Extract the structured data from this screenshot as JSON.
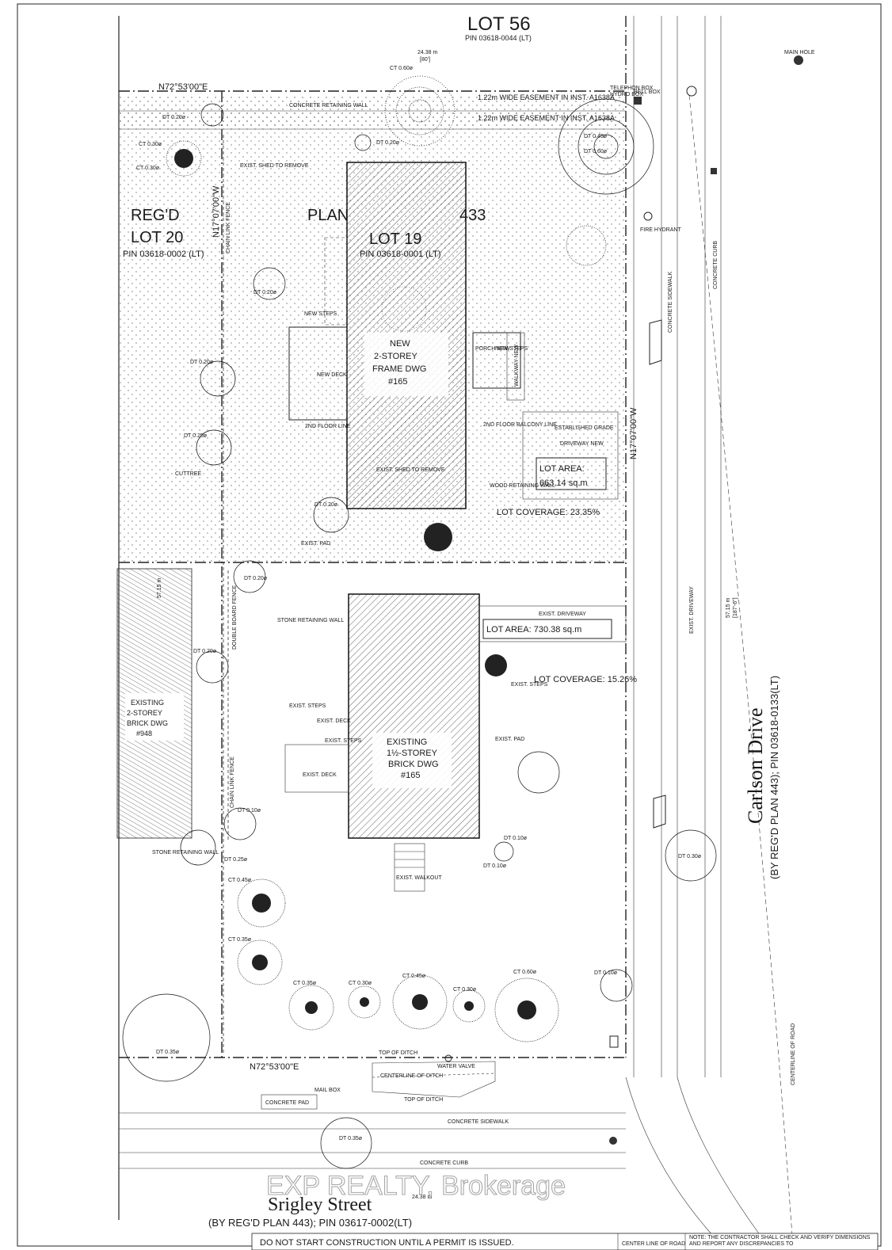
{
  "lots": {
    "lot56": {
      "title": "LOT 56",
      "pin": "PIN 03618-0044 (LT)"
    },
    "lot19": {
      "title": "LOT 19",
      "pin": "PIN 03618-0001 (LT)"
    },
    "lot20": {
      "regd": "REG'D",
      "title": "LOT 20",
      "pin": "PIN 03618-0002 (LT)"
    },
    "plan": "PLAN",
    "plan_no": "433"
  },
  "bearings": {
    "north_top": "N72°53'00\"E",
    "north_bottom": "N72°53'00\"E",
    "west": "N17°07'00\"W",
    "east": "N17°07'00\"W"
  },
  "dimensions": {
    "top_width": "24.38 m",
    "top_width_ft": "[80']",
    "bottom_width": "24.38 m",
    "east_length": "57.15 m",
    "east_length_ft": "[187'-6\"]",
    "west_length": "57.15 m"
  },
  "easements": [
    "1.22m WIDE EASEMENT IN INST. A1638A",
    "1.22m WIDE EASEMENT IN INST. A1638A"
  ],
  "north_lot": {
    "building": [
      "NEW",
      "2-STOREY",
      "FRAME DWG",
      "#165"
    ],
    "lot_area_label": "LOT AREA:",
    "lot_area_value": "663.14 sq.m",
    "lot_coverage": "LOT COVERAGE: 23.35%",
    "notes": {
      "porch": "PORCH NEW",
      "new_steps": "NEW STEPS",
      "walkway": "WALKWAY NEW",
      "driveway": "DRIVEWAY NEW",
      "second_floor_balcony": "2ND FLOOR BALCONY LINE",
      "new_deck": "NEW DECK",
      "second_floor_line": "2ND FLOOR LINE",
      "exist_shed": "EXIST. SHED TO REMOVE",
      "exist_shed2": "EXIST. SHED TO REMOVE",
      "established_grade": "ESTABLISHED GRADE",
      "wood_wall": "WOOD RETAINING WALL",
      "exist_pad": "EXIST. PAD",
      "chain_link": "CHAIN LINK FENCE",
      "retaining_wall": "CONCRETE RETAINING WALL",
      "new_steps2": "NEW STEPS"
    }
  },
  "south_lot": {
    "building": [
      "EXISTING",
      "1½-STOREY",
      "BRICK DWG",
      "#165"
    ],
    "lot_area": "LOT AREA: 730.38 sq.m",
    "lot_coverage": "LOT COVERAGE: 15.26%",
    "notes": {
      "exist_driveway": "EXIST. DRIVEWAY",
      "stone_wall": "STONE RETAINING WALL",
      "exist_steps": "EXIST. STEPS",
      "exist_steps2": "EXIST. STEPS",
      "exist_steps3": "EXIST. STEPS",
      "exist_deck": "EXIST. DECK",
      "exist_deck2": "EXIST. DECK",
      "exist_pad": "EXIST. PAD",
      "exist_walkout": "EXIST. WALKOUT",
      "double_board": "DOUBLE BOARD FENCE",
      "chain_link": "CHAIN LINK FENCE",
      "stone_wall2": "STONE RETAINING WALL"
    }
  },
  "neighbour": {
    "text": [
      "EXISTING",
      "2-STOREY",
      "BRICK DWG",
      "#948"
    ]
  },
  "streets": {
    "east": "Carlson Drive",
    "east_sub": "(BY REG'D PLAN 443); PIN 03618-0133(LT)",
    "south": "Srigley Street",
    "south_sub": "(BY REG'D PLAN 443); PIN 03617-0002(LT)",
    "concrete_curb": "CONCRETE CURB",
    "concrete_sidewalk": "CONCRETE SIDEWALK",
    "top_of_ditch": "TOP OF DITCH",
    "top_of_ditch2": "TOP OF DITCH",
    "centerline_ditch": "CENTERLINE OF DITCH",
    "centerline_road": "CENTERLINE OF ROAD",
    "concrete_pad": "CONCRETE PAD",
    "mail_box": "MAIL BOX",
    "exist_driveway": "EXIST. DRIVEWAY"
  },
  "utilities": {
    "main_hole": "MAIN HOLE",
    "telephone_box": "TELEPHON BOX",
    "hydro_box": "HYDRO BOX",
    "bell_box": "BELL BOX",
    "fire_hydrant": "FIRE HYDRANT",
    "water_valve": "WATER VALVE"
  },
  "trees": [
    {
      "label": "CT 0.60ø"
    },
    {
      "label": "DT 0.20ø"
    },
    {
      "label": "CT 0.30ø"
    },
    {
      "label": "CT 0.30ø"
    },
    {
      "label": "DT 0.45ø"
    },
    {
      "label": "DT 0.60ø"
    },
    {
      "label": "DT 0.20ø"
    },
    {
      "label": "DT 0.20ø"
    },
    {
      "label": "DT 0.25ø"
    },
    {
      "label": "DT 0.20ø"
    },
    {
      "label": "DT 0.20ø"
    },
    {
      "label": "DT 0.20ø"
    },
    {
      "label": "DT 0.20ø"
    },
    {
      "label": "DT 0.10ø"
    },
    {
      "label": "DT 0.25ø"
    },
    {
      "label": "CT 0.45ø"
    },
    {
      "label": "CT 0.35ø"
    },
    {
      "label": "CT 0.35ø"
    },
    {
      "label": "CT 0.30ø"
    },
    {
      "label": "CT 0.45ø"
    },
    {
      "label": "CT 0.30ø"
    },
    {
      "label": "CT 0.60ø"
    },
    {
      "label": "DT 0.10ø"
    },
    {
      "label": "DT 0.30ø"
    },
    {
      "label": "DT 0.10ø"
    },
    {
      "label": "DT 0.10ø"
    },
    {
      "label": "DT 0.35ø"
    },
    {
      "label": "DT 0.35ø"
    }
  ],
  "misc": {
    "cuttree": "CUTTREE"
  },
  "notes_box": {
    "permit": "DO NOT START CONSTRUCTION UNTIL A PERMIT IS ISSUED.",
    "contractor": "NOTE: THE CONTRACTOR SHALL CHECK AND VERIFY DIMENSIONS AND REPORT ANY DISCREPANCIES TO",
    "centerline": "CENTER LINE OF ROAD"
  },
  "watermark": "EXP REALTY, Brokerage"
}
